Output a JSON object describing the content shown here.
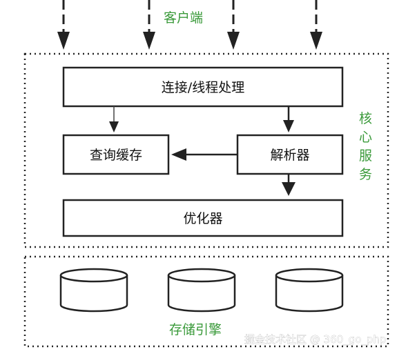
{
  "diagram": {
    "client_label": "客户端",
    "core_label": "核心服务",
    "storage_label": "存储引擎",
    "boxes": {
      "connection": "连接/线程处理",
      "query_cache": "查询缓存",
      "parser": "解析器",
      "optimizer": "优化器"
    }
  },
  "watermark": "掘金技术社区 @ 360_go_php",
  "colors": {
    "green": "#3a9a3a",
    "stroke": "#222222"
  }
}
